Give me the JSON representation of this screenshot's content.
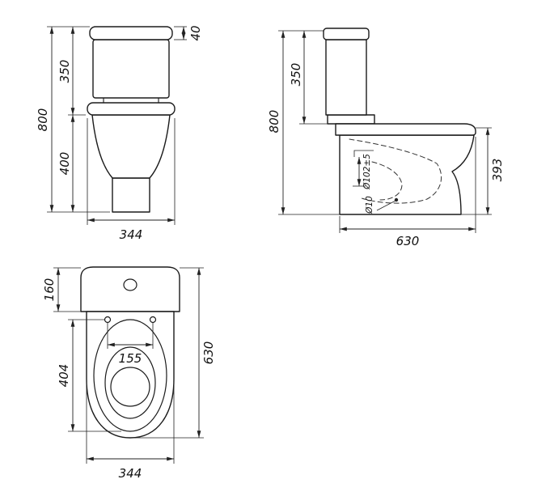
{
  "drawing": {
    "front": {
      "total_height": "800",
      "tank_height": "350",
      "lid_height": "40",
      "bowl_height": "400",
      "width": "344"
    },
    "side": {
      "total_height": "800",
      "tank_height": "350",
      "rim_height": "393",
      "depth": "630",
      "outlet_diameter": "Ø102±5",
      "hole_diameter": "Ø10"
    },
    "top": {
      "tank_depth": "160",
      "seat_length": "404",
      "total_depth": "630",
      "hinge_spacing": "155",
      "width": "344"
    }
  }
}
